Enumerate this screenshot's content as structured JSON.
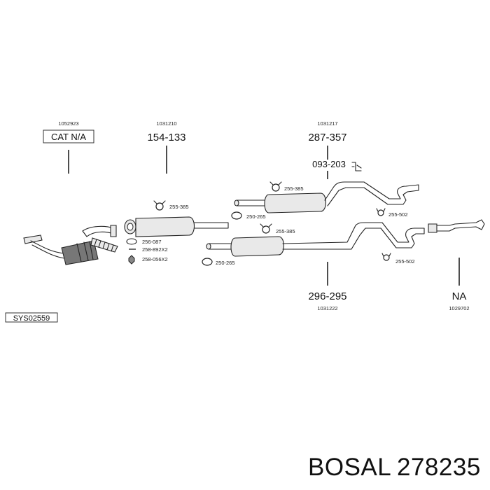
{
  "sections": [
    {
      "id": "cat",
      "code": "1052923",
      "part": "CAT N/A"
    },
    {
      "id": "front",
      "code": "1031210",
      "part": "154-133"
    },
    {
      "id": "rear_upper",
      "code": "1031217",
      "part": "287-357",
      "sub": "093-203"
    },
    {
      "id": "rear_lower",
      "code": "1031222",
      "part": "296-295"
    },
    {
      "id": "tail",
      "code": "1029702",
      "part": "NA"
    }
  ],
  "fittings": {
    "clamp_front": "255-385",
    "gasket": "256-087",
    "bolt": "258-892X2",
    "nut": "258-056X2",
    "clamp_upper": "255-385",
    "gasket_upper": "250-265",
    "hanger_upper": "255-502",
    "clamp_lower": "255-385",
    "gasket_lower": "250-265",
    "hanger_lower": "255-502"
  },
  "system_code": "SYS02559",
  "brand": "BOSAL",
  "article": "278235"
}
